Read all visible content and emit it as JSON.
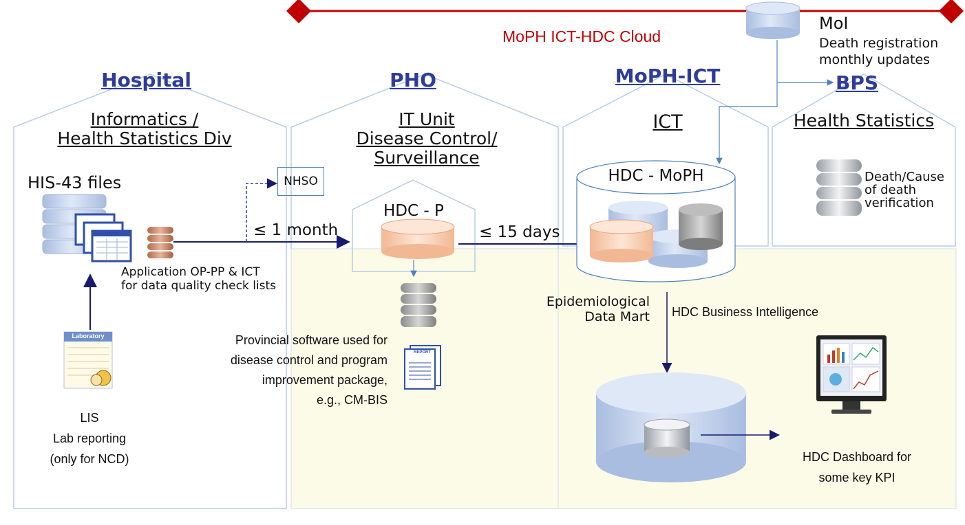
{
  "cloud": {
    "label": "MoPH ICT-HDC Cloud",
    "color": "#c00000"
  },
  "moi": {
    "title": "MoI",
    "line1": "Death registration",
    "line2": "monthly updates"
  },
  "sections": {
    "hospital": {
      "title": "Hospital",
      "sub1": "Informatics /",
      "sub2": "Health Statistics Div"
    },
    "pho": {
      "title": "PHO",
      "sub1": "IT Unit",
      "sub2": "Disease Control/",
      "sub3": "Surveillance"
    },
    "moph": {
      "title": "MoPH-ICT",
      "sub1": "ICT"
    },
    "bps": {
      "title": "BPS",
      "sub1": "Health Statistics"
    }
  },
  "hospital": {
    "his_files": "HIS-43 files",
    "app_line1": "Application OP-PP & ICT",
    "app_line2": "for data quality check lists",
    "lab_card": "Laboratory",
    "lis_line1": "LIS",
    "lis_line2": "Lab reporting",
    "lis_line3": "(only for NCD)"
  },
  "nhso": "NHSO",
  "arrows": {
    "one_month": "≤ 1 month",
    "fifteen_days": "≤ 15 days"
  },
  "pho": {
    "hdcp": "HDC - P",
    "report_icon": "REPORT",
    "prov_line1": "Provincial software used for",
    "prov_line2": "disease control and program",
    "prov_line3": "improvement package,",
    "prov_line4": "e.g., CM-BIS"
  },
  "moph": {
    "hdc_moph": "HDC - MoPH",
    "epi_line1": "Epidemiological",
    "epi_line2": "Data Mart",
    "bi": "HDC Business Intelligence",
    "dash_line1": "HDC Dashboard for",
    "dash_line2": "some key KPI"
  },
  "bps": {
    "death1": "Death/Cause",
    "death2": "of death",
    "death3": "verification"
  },
  "icons": [
    "database-icon",
    "spreadsheet-icon",
    "laboratory-card-icon",
    "report-document-icon",
    "monitor-dashboard-icon"
  ],
  "colors": {
    "header": "#2e3b9e",
    "arrow": "#1a1a6e",
    "panel_fill": "#fbfbe8",
    "outline": "#b7cde3"
  }
}
